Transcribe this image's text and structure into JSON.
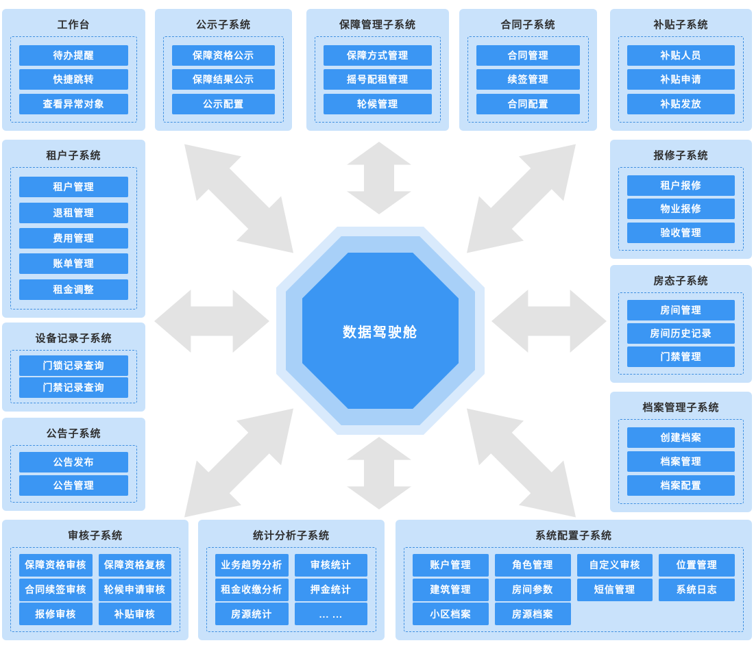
{
  "diagram": {
    "center_label": "数据驾驶舱"
  },
  "colors": {
    "panel_bg": "#c9e2fb",
    "button_bg": "#3b96f3",
    "button_text": "#ffffff",
    "dashed_border": "#3f8fe0",
    "title_text": "#2f2f2f",
    "arrow": "#e3e3e3",
    "octagon_outer_ring": "#d9eafc",
    "octagon_middle_ring": "#a8d0f8",
    "octagon_core": "#3b96f3"
  },
  "panels": [
    {
      "id": "workbench",
      "title": "工作台",
      "columns": 1,
      "items": [
        "待办提醒",
        "快捷跳转",
        "查看异常对象"
      ]
    },
    {
      "id": "publicity",
      "title": "公示子系统",
      "columns": 1,
      "items": [
        "保障资格公示",
        "保障结果公示",
        "公示配置"
      ]
    },
    {
      "id": "guarantee",
      "title": "保障管理子系统",
      "columns": 1,
      "items": [
        "保障方式管理",
        "摇号配租管理",
        "轮候管理"
      ]
    },
    {
      "id": "contract",
      "title": "合同子系统",
      "columns": 1,
      "items": [
        "合同管理",
        "续签管理",
        "合同配置"
      ]
    },
    {
      "id": "subsidy",
      "title": "补贴子系统",
      "columns": 1,
      "items": [
        "补贴人员",
        "补贴申请",
        "补贴发放"
      ]
    },
    {
      "id": "tenant",
      "title": "租户子系统",
      "columns": 1,
      "items": [
        "租户管理",
        "退租管理",
        "费用管理",
        "账单管理",
        "租金调整"
      ]
    },
    {
      "id": "device-record",
      "title": "设备记录子系统",
      "columns": 1,
      "items": [
        "门锁记录查询",
        "门禁记录查询"
      ]
    },
    {
      "id": "notice",
      "title": "公告子系统",
      "columns": 1,
      "items": [
        "公告发布",
        "公告管理"
      ]
    },
    {
      "id": "repair",
      "title": "报修子系统",
      "columns": 1,
      "items": [
        "租户报修",
        "物业报修",
        "验收管理"
      ]
    },
    {
      "id": "room-status",
      "title": "房态子系统",
      "columns": 1,
      "items": [
        "房间管理",
        "房间历史记录",
        "门禁管理"
      ]
    },
    {
      "id": "archive",
      "title": "档案管理子系统",
      "columns": 1,
      "items": [
        "创建档案",
        "档案管理",
        "档案配置"
      ]
    },
    {
      "id": "audit",
      "title": "审核子系统",
      "columns": 2,
      "items": [
        "保障资格审核",
        "保障资格复核",
        "合同续签审核",
        "轮候申请审核",
        "报修审核",
        "补贴审核"
      ]
    },
    {
      "id": "statistics",
      "title": "统计分析子系统",
      "columns": 2,
      "items": [
        "业务趋势分析",
        "审核统计",
        "租金收缴分析",
        "押金统计",
        "房源统计",
        "... ..."
      ]
    },
    {
      "id": "system-config",
      "title": "系统配置子系统",
      "columns": 4,
      "items": [
        "账户管理",
        "角色管理",
        "自定义审核",
        "位置管理",
        "建筑管理",
        "房间参数",
        "短信管理",
        "系统日志",
        "小区档案",
        "房源档案"
      ]
    }
  ]
}
